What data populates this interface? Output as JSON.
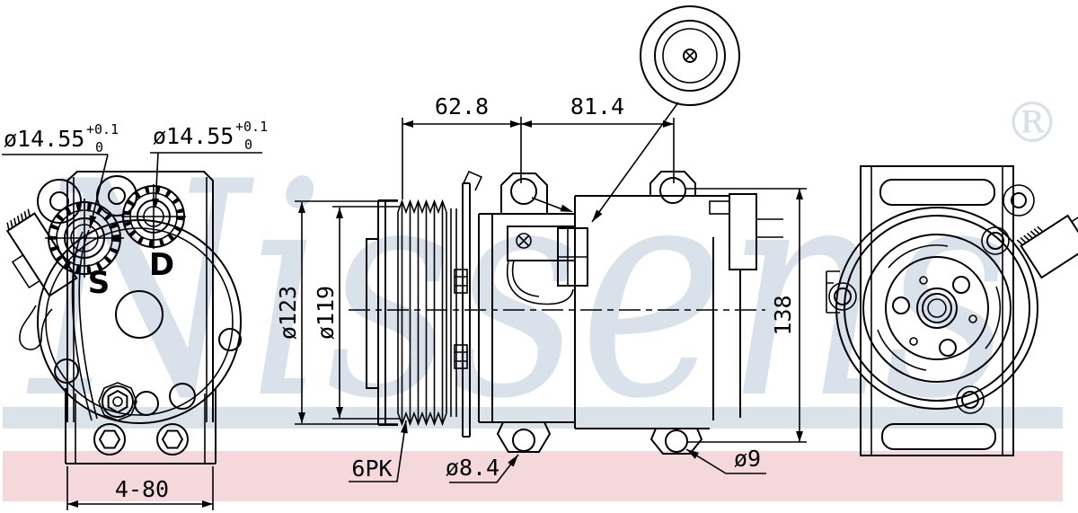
{
  "drawing": {
    "brand_watermark": "Nissens",
    "registered_mark": "®",
    "ports": {
      "suction_label": "S",
      "discharge_label": "D"
    },
    "dimensions": {
      "suction_port": {
        "diameter": "ø14.55",
        "tolerance_plus": "+0.1",
        "tolerance_minus": "0"
      },
      "discharge_port": {
        "diameter": "ø14.55",
        "tolerance_plus": "+0.1",
        "tolerance_minus": "0"
      },
      "pulley_to_front_mount": "62.8",
      "front_to_rear_mount": "81.4",
      "pulley_outer_diameter": "ø123",
      "pulley_groove_diameter": "ø119",
      "mount_hole_spacing": "138",
      "belt_profile": "6PK",
      "front_mount_hole": "ø8.4",
      "rear_mount_hole": "ø9",
      "mount_bracket_span": "4-80"
    },
    "colors": {
      "line": "#000006",
      "watermark": "#d8e0ea",
      "band_blue": "#dae3e9",
      "band_pink": "#f5d8db",
      "background": "#ffffff"
    }
  }
}
